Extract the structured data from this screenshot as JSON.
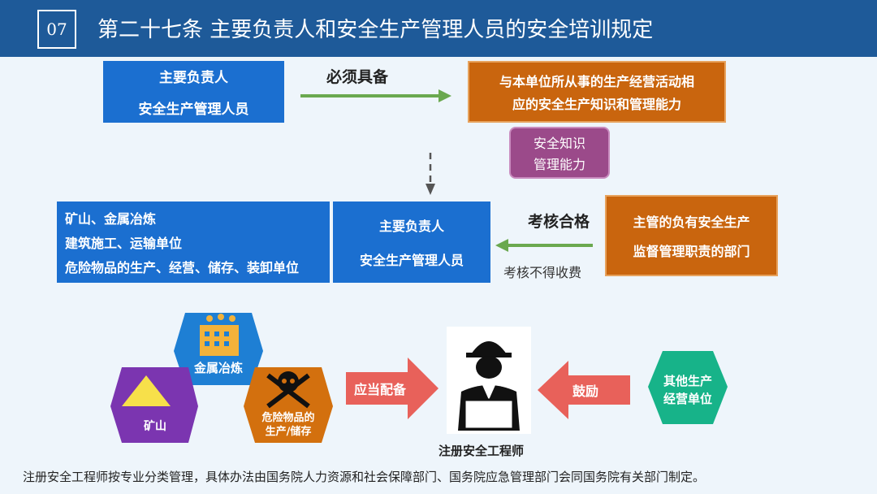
{
  "header": {
    "number": "07",
    "title": "第二十七条 主要负责人和安全生产管理人员的安全培训规定"
  },
  "top_left": {
    "line1": "主要负责人",
    "line2": "安全生产管理人员"
  },
  "arrow_top_label": "必须具备",
  "top_right": {
    "line1": "与本单位所从事的生产经营活动相",
    "line2": "应的安全生产知识和管理能力"
  },
  "purple_box": {
    "line1": "安全知识",
    "line2": "管理能力"
  },
  "left_list": {
    "line1": "矿山、金属冶炼",
    "line2": "建筑施工、运输单位",
    "line3": "危险物品的生产、经营、储存、装卸单位"
  },
  "middle_box": {
    "line1": "主要负责人",
    "line2": "安全生产管理人员"
  },
  "exam_label": "考核合格",
  "exam_fee_label": "考核不得收费",
  "dept_box": {
    "line1": "主管的负有安全生产",
    "line2": "监督管理职责的部门"
  },
  "hexes": {
    "metal": "金属冶炼",
    "mine": "矿山",
    "danger_line1": "危险物品的",
    "danger_line2": "生产/储存",
    "other_line1": "其他生产",
    "other_line2": "经营单位"
  },
  "arrow_equip": "应当配备",
  "arrow_encourage": "鼓励",
  "engineer_label": "注册安全工程师",
  "footer": "注册安全工程师按专业分类管理，具体办法由国务院人力资源和社会保障部门、国务院应急管理部门会同国务院有关部门制定。",
  "colors": {
    "header": "#1e5a99",
    "blue": "#1b6fd0",
    "orange": "#c9650e",
    "purple": "#9b4a8a",
    "green_arrow": "#6aa84f",
    "red_arrow": "#e8615a",
    "hex_blue": "#1e7fd4",
    "hex_purple": "#7b35b0",
    "hex_orange": "#d3700e",
    "hex_green": "#17b389"
  }
}
